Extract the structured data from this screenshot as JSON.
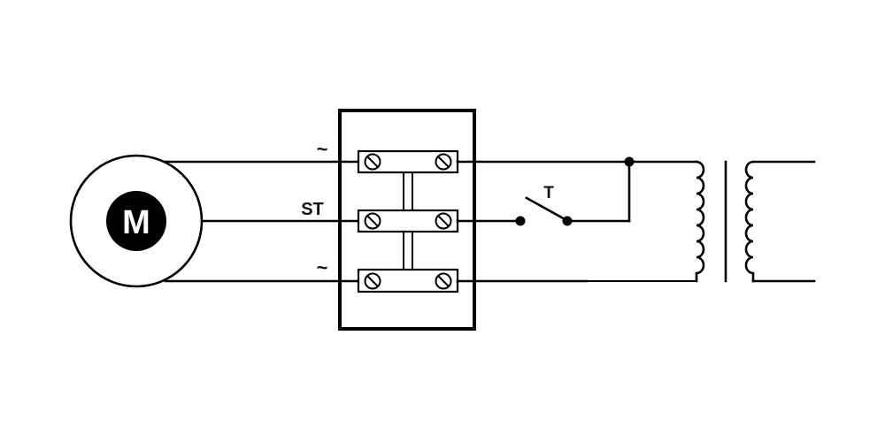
{
  "labels": {
    "motor": "M",
    "terminal_top": "~",
    "terminal_middle": "ST",
    "terminal_bottom": "~",
    "switch": "T"
  },
  "colors": {
    "line": "#000000",
    "background": "#ffffff",
    "motor_core": "#000000",
    "motor_letter": "#ffffff"
  }
}
